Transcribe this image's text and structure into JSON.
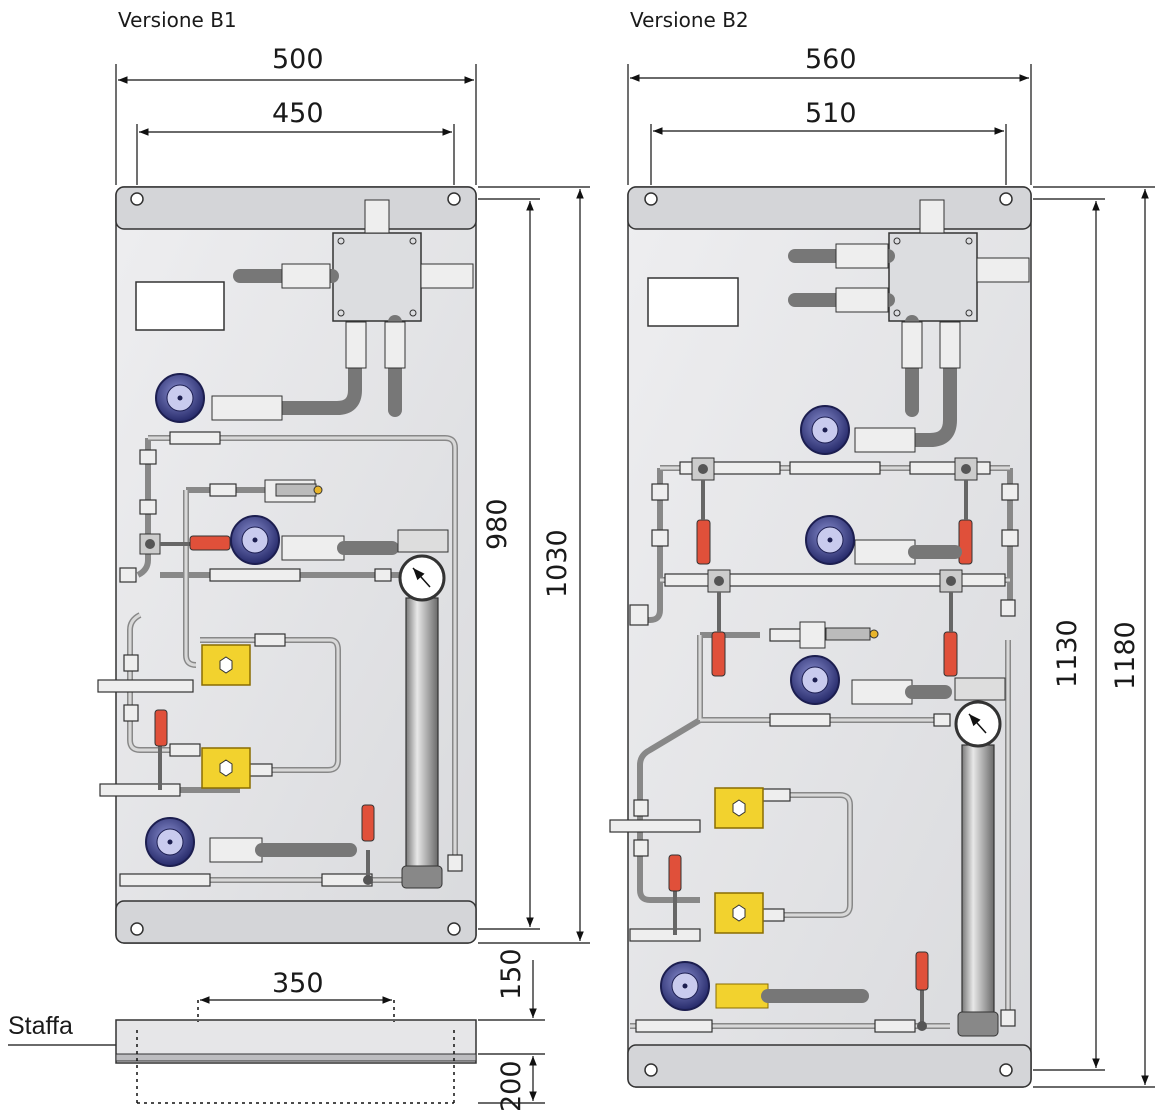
{
  "labels": {
    "version_b1": "Versione B1",
    "version_b2": "Versione B2",
    "staffa": "Staffa"
  },
  "dimensions": {
    "b1_width_outer": "500",
    "b1_width_holes": "450",
    "b1_height_holes": "980",
    "b1_height_outer": "1030",
    "b2_width_outer": "560",
    "b2_width_holes": "510",
    "b2_height_holes": "1130",
    "b2_height_outer": "1180",
    "bracket_spacing": "350",
    "bracket_height": "150",
    "bracket_depth": "200"
  },
  "colors": {
    "plate_fill": "#e6e6e8",
    "plate_stroke": "#333333",
    "transmitter_blue": "#3c3f8a",
    "valve_yellow": "#f2d22e",
    "handle_red": "#e0503a",
    "pipe_grey": "#8c8c8c",
    "tube_light": "#d8d8d8"
  }
}
